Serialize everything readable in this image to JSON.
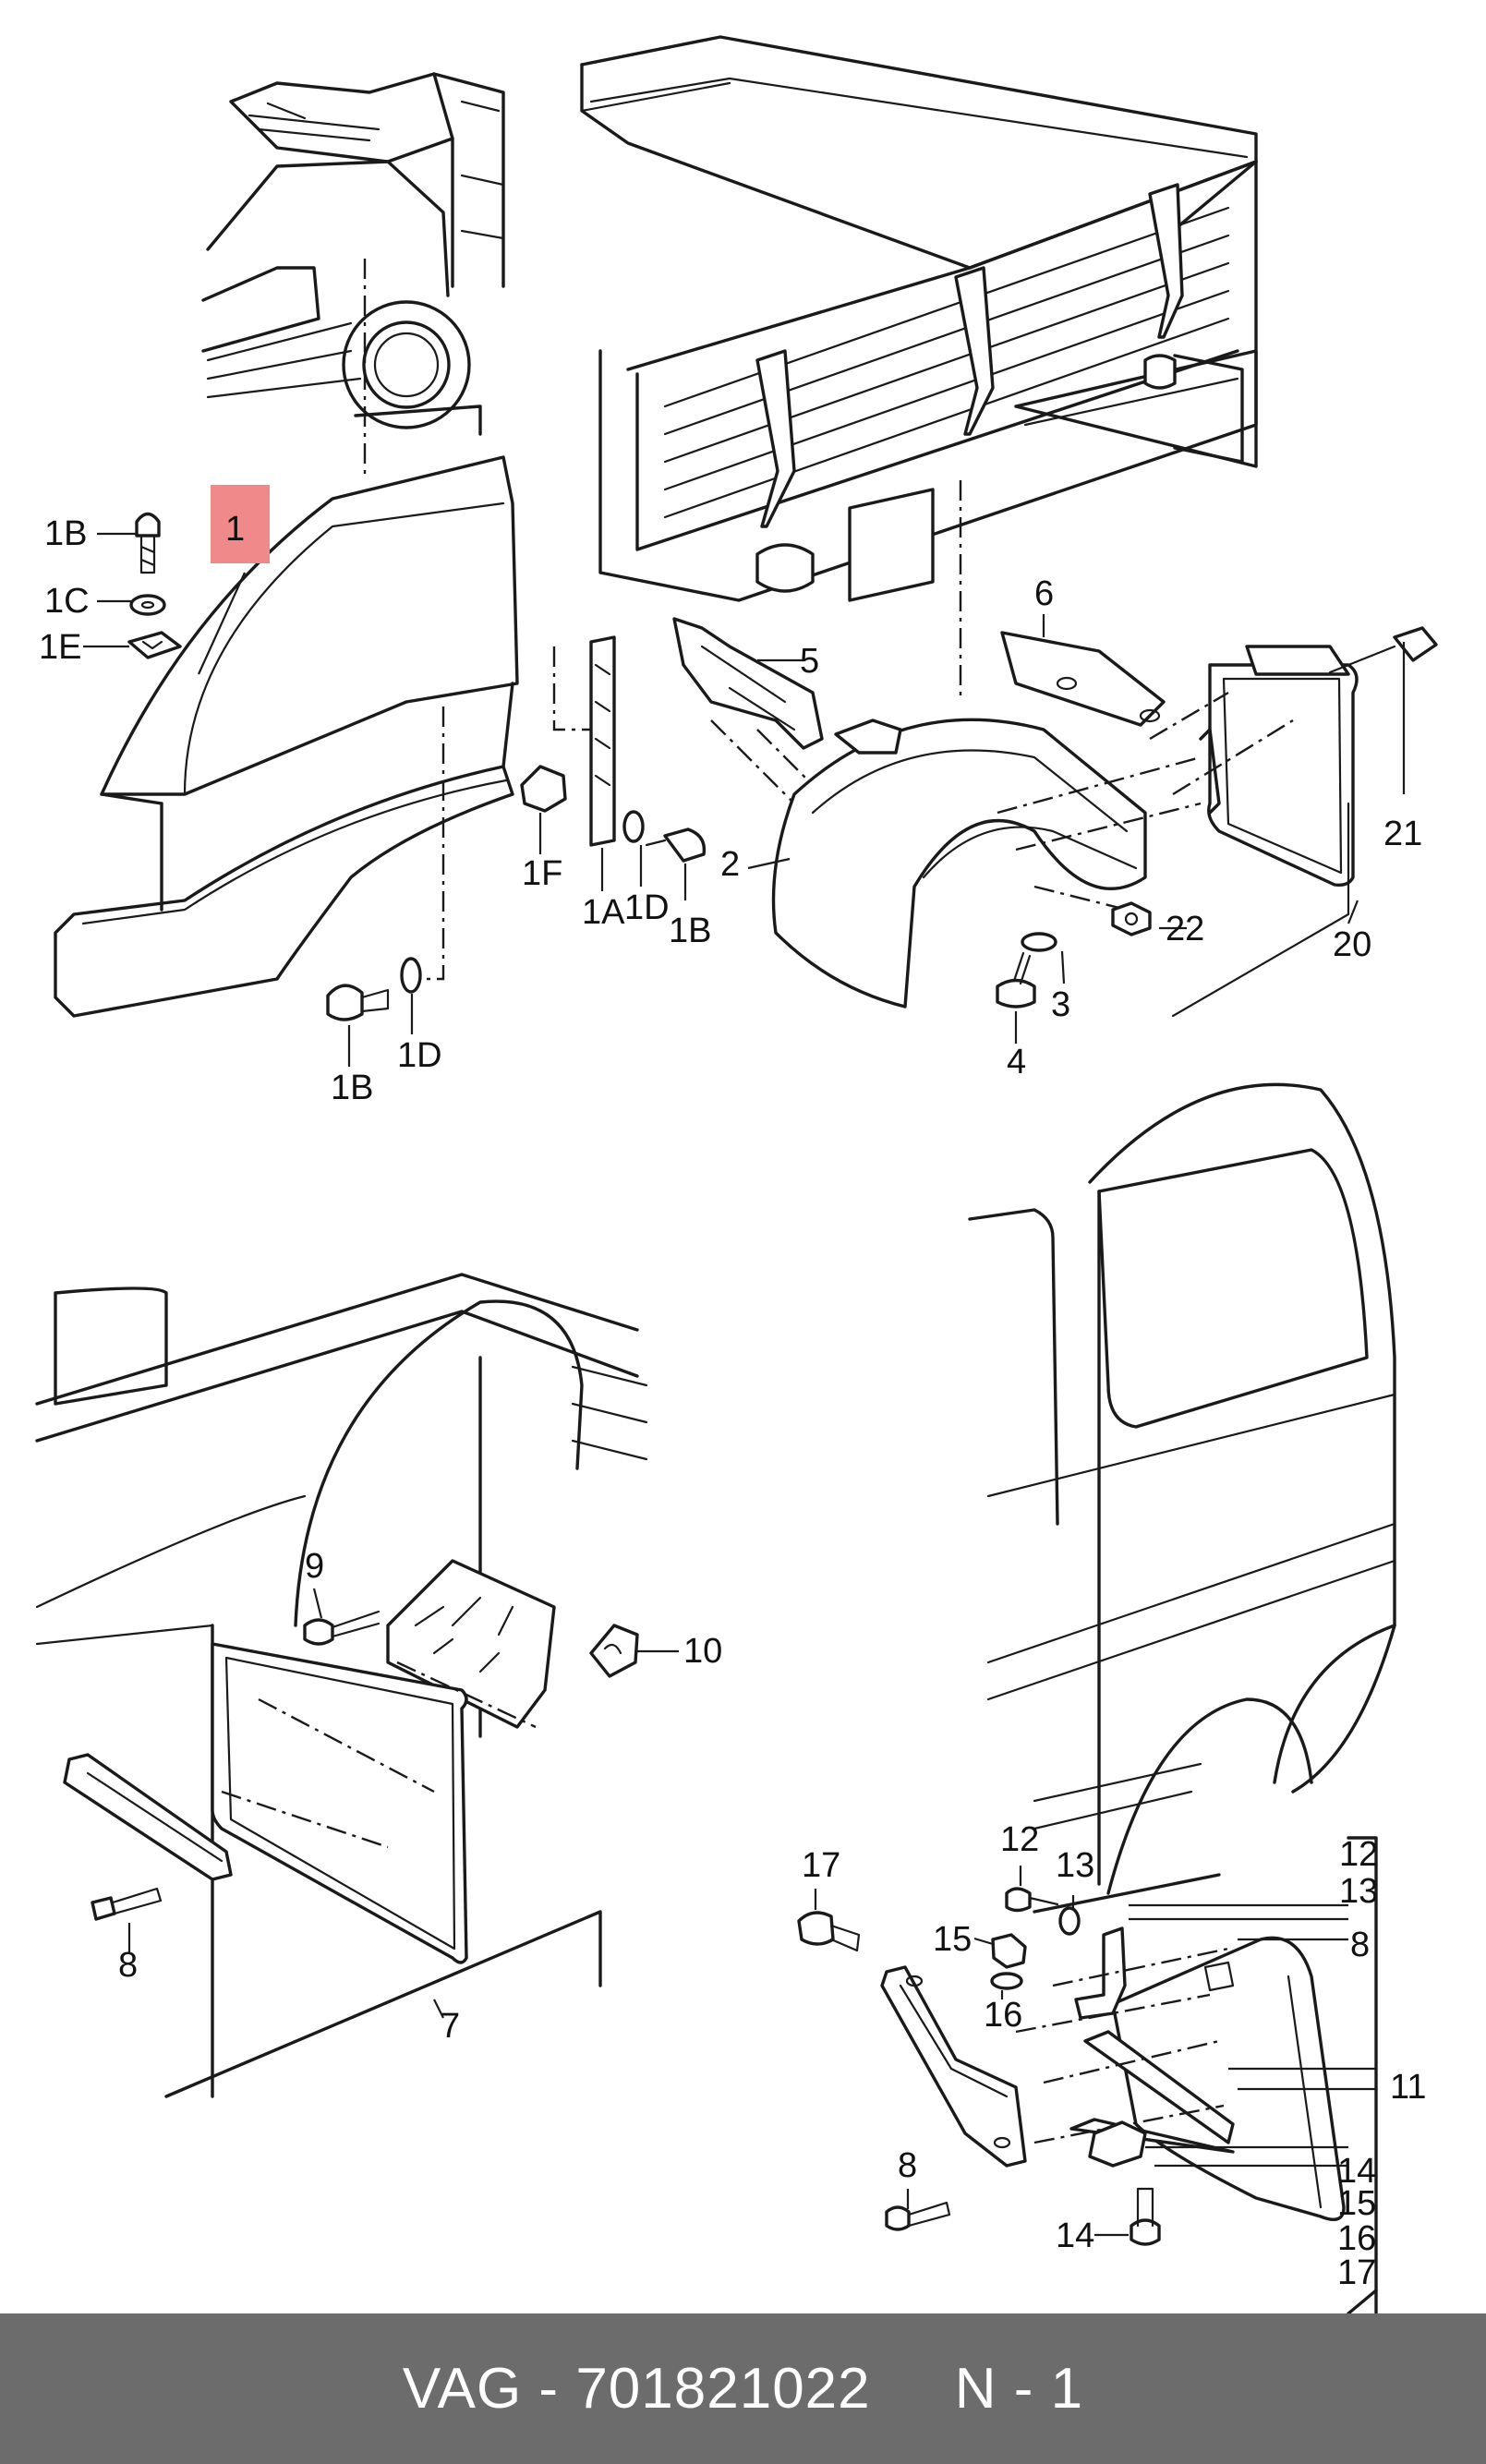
{
  "highlight_color": "#f08a8a",
  "highlighted_callout": "1",
  "callouts": {
    "c1": "1",
    "c1B_a": "1B",
    "c1C": "1C",
    "c1E": "1E",
    "c1F": "1F",
    "c1A": "1A",
    "c1D_a": "1D",
    "c1B_b": "1B",
    "c1D_b": "1D",
    "c1B_c": "1B",
    "c2": "2",
    "c3": "3",
    "c4": "4",
    "c5": "5",
    "c6": "6",
    "c20": "20",
    "c21": "21",
    "c22": "22",
    "c9": "9",
    "c10": "10",
    "c8_a": "8",
    "c7": "7",
    "c17": "17",
    "c12_a": "12",
    "c13_a": "13",
    "c15": "15",
    "c16_a": "16",
    "c8_b": "8",
    "c14_a": "14",
    "c12_b": "12",
    "c13_b": "13",
    "c8_c": "8",
    "c11": "11",
    "c14_b": "14",
    "c15_b": "15",
    "c16_b": "16",
    "c17_b": "17"
  },
  "footer": {
    "brand": "VAG",
    "separator": "-",
    "part_number": "701821022",
    "position": "N - 1",
    "background": "#6c6c6c"
  }
}
